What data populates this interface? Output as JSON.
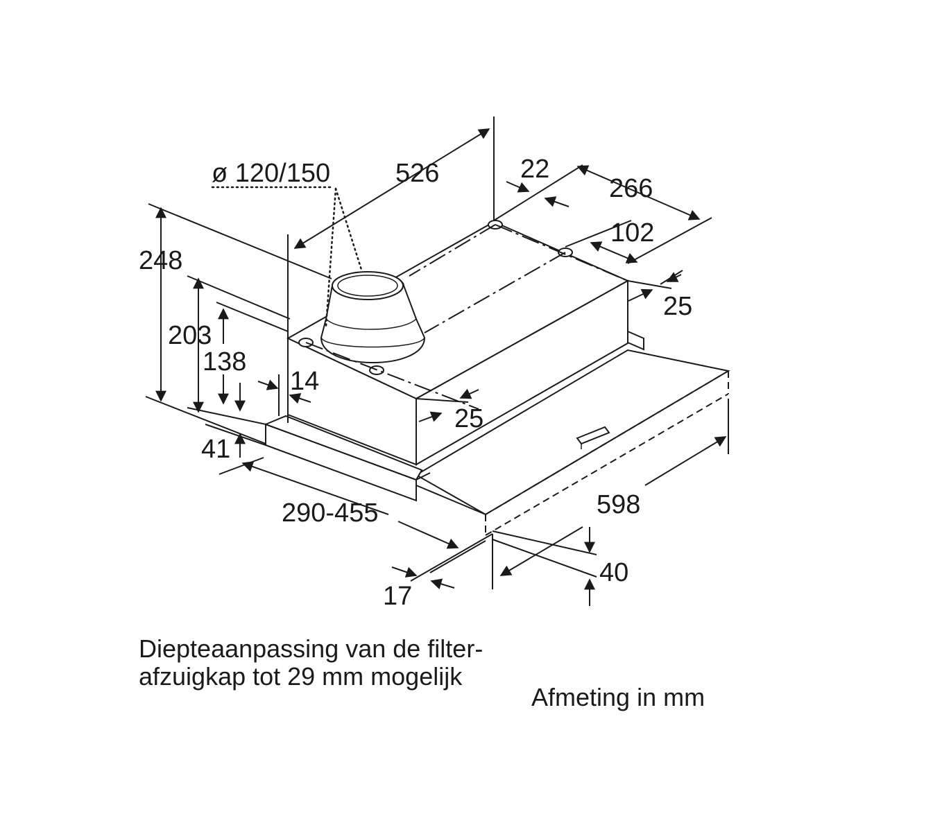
{
  "dimensions": {
    "duct_diameter": "ø 120/150",
    "width_top": "526",
    "offset_22": "22",
    "depth_266": "266",
    "spacing_102": "102",
    "edge_25_right": "25",
    "height_total": "248",
    "height_203": "203",
    "height_138": "138",
    "gap_14": "14",
    "edge_25_front": "25",
    "panel_41": "41",
    "depth_range": "290-455",
    "width_598": "598",
    "panel_40": "40",
    "panel_17": "17"
  },
  "notes": {
    "depth_line1": "Diepteaanpassing van de filter-",
    "depth_line2": "afzuigkap tot 29 mm mogelijk",
    "units": "Afmeting in mm"
  }
}
